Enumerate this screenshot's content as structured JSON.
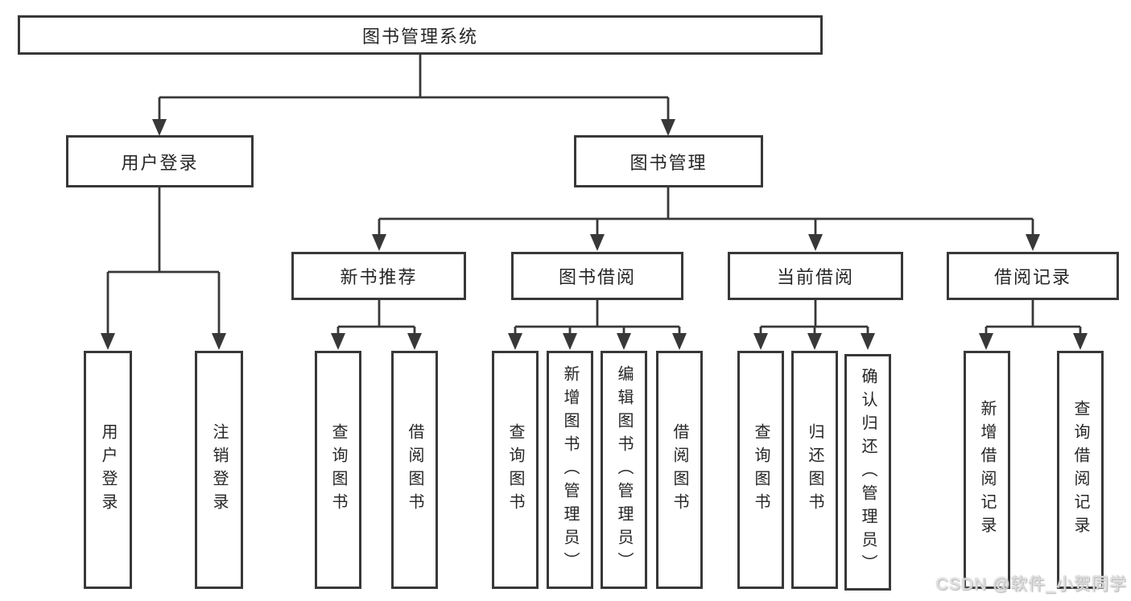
{
  "diagram_title": "图书管理系统",
  "tree": {
    "root": {
      "label": "图书管理系统"
    },
    "user_login": {
      "label": "用户登录",
      "children": [
        {
          "label": "用户登录"
        },
        {
          "label": "注销登录"
        }
      ]
    },
    "book_management": {
      "label": "图书管理",
      "groups": [
        {
          "label": "新书推荐",
          "children": [
            {
              "label": "查询图书"
            },
            {
              "label": "借阅图书"
            }
          ]
        },
        {
          "label": "图书借阅",
          "children": [
            {
              "label": "查询图书"
            },
            {
              "label": "新增图书（管理员）"
            },
            {
              "label": "编辑图书（管理员）"
            },
            {
              "label": "借阅图书"
            }
          ]
        },
        {
          "label": "当前借阅",
          "children": [
            {
              "label": "查询图书"
            },
            {
              "label": "归还图书"
            },
            {
              "label": "确认归还（管理员）"
            }
          ]
        },
        {
          "label": "借阅记录",
          "children": [
            {
              "label": "新增借阅记录"
            },
            {
              "label": "查询借阅记录"
            }
          ]
        }
      ]
    }
  },
  "watermark": {
    "text": "CSDN @软件_小贺同学"
  },
  "colors": {
    "line": "#383838",
    "box_border": "#383838",
    "background": "#ffffff",
    "watermark": "#e0e0e0"
  }
}
